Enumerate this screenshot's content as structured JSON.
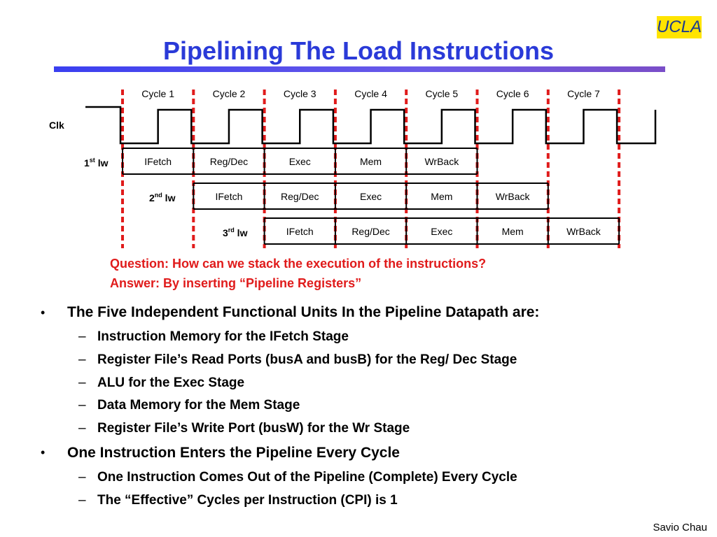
{
  "logo": "UCLA",
  "title": "Pipelining The Load Instructions",
  "cycles": [
    "Cycle 1",
    "Cycle 2",
    "Cycle 3",
    "Cycle 4",
    "Cycle 5",
    "Cycle 6",
    "Cycle 7"
  ],
  "clk_label": "Clk",
  "instructions": [
    {
      "num": "1",
      "sup": "st",
      "op": "lw",
      "stages": [
        "IFetch",
        "Reg/Dec",
        "Exec",
        "Mem",
        "WrBack"
      ]
    },
    {
      "num": "2",
      "sup": "nd",
      "op": "lw",
      "stages": [
        "IFetch",
        "Reg/Dec",
        "Exec",
        "Mem",
        "WrBack"
      ]
    },
    {
      "num": "3",
      "sup": "rd",
      "op": "lw",
      "stages": [
        "IFetch",
        "Reg/Dec",
        "Exec",
        "Mem",
        "WrBack"
      ]
    }
  ],
  "question": "Question: How can we stack the execution of the instructions?",
  "answer": "Answer: By inserting “Pipeline Registers”",
  "bullets": [
    {
      "text": "The Five Independent Functional Units In the Pipeline Datapath are:",
      "sub": [
        "Instruction Memory for the IFetch Stage",
        "Register File’s Read Ports (busA and busB) for the Reg/ Dec Stage",
        "ALU for the Exec Stage",
        "Data Memory for the Mem Stage",
        "Register File’s Write Port (busW) for the Wr Stage"
      ]
    },
    {
      "text": "One Instruction Enters the Pipeline Every Cycle",
      "sub": [
        "One Instruction Comes Out of the Pipeline (Complete) Every Cycle",
        "The “Effective” Cycles per Instruction (CPI) is 1"
      ]
    }
  ],
  "bullet_marker": "•",
  "dash_marker": "–",
  "footer": "Savio Chau",
  "colors": {
    "title": "#2a3ad8",
    "accent_red": "#e01b1b",
    "logo_bg": "#ffe400",
    "logo_text": "#1d3a8f"
  }
}
